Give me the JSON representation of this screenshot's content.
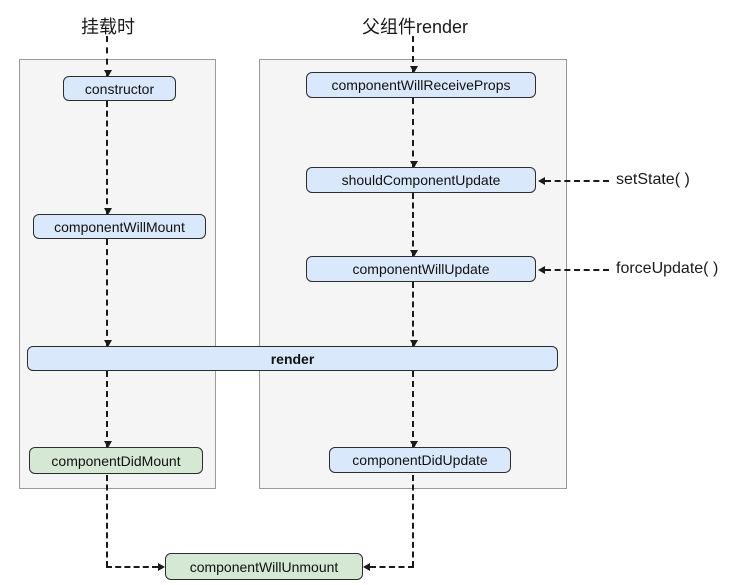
{
  "diagram": {
    "labels": {
      "mount": "挂载时",
      "parent_render": "父组件render"
    },
    "nodes": {
      "constructor": "constructor",
      "component_will_mount": "componentWillMount",
      "component_will_receive_props": "componentWillReceiveProps",
      "should_component_update": "shouldComponentUpdate",
      "component_will_update": "componentWillUpdate",
      "render": "render",
      "component_did_mount": "componentDidMount",
      "component_did_update": "componentDidUpdate",
      "component_will_unmount": "componentWillUnmount"
    },
    "annotations": {
      "set_state": "setState( )",
      "force_update": "forceUpdate( )"
    },
    "colors": {
      "lifecycle_box_blue": "#dae8fc",
      "lifecycle_box_green": "#d5e8d4",
      "panel_background": "#f5f5f5",
      "panel_border": "#9b9b9b",
      "box_border": "#2d2d2d",
      "arrow": "#1a1a1a"
    }
  }
}
